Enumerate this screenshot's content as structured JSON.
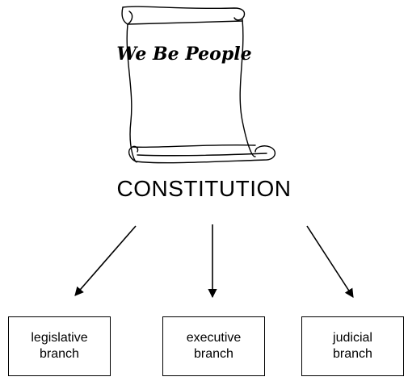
{
  "document": {
    "scroll_text": "We Be People",
    "heading": "CONSTITUTION"
  },
  "branches": [
    {
      "label": "legislative\nbranch"
    },
    {
      "label": "executive\nbranch"
    },
    {
      "label": "judicial\nbranch"
    }
  ]
}
